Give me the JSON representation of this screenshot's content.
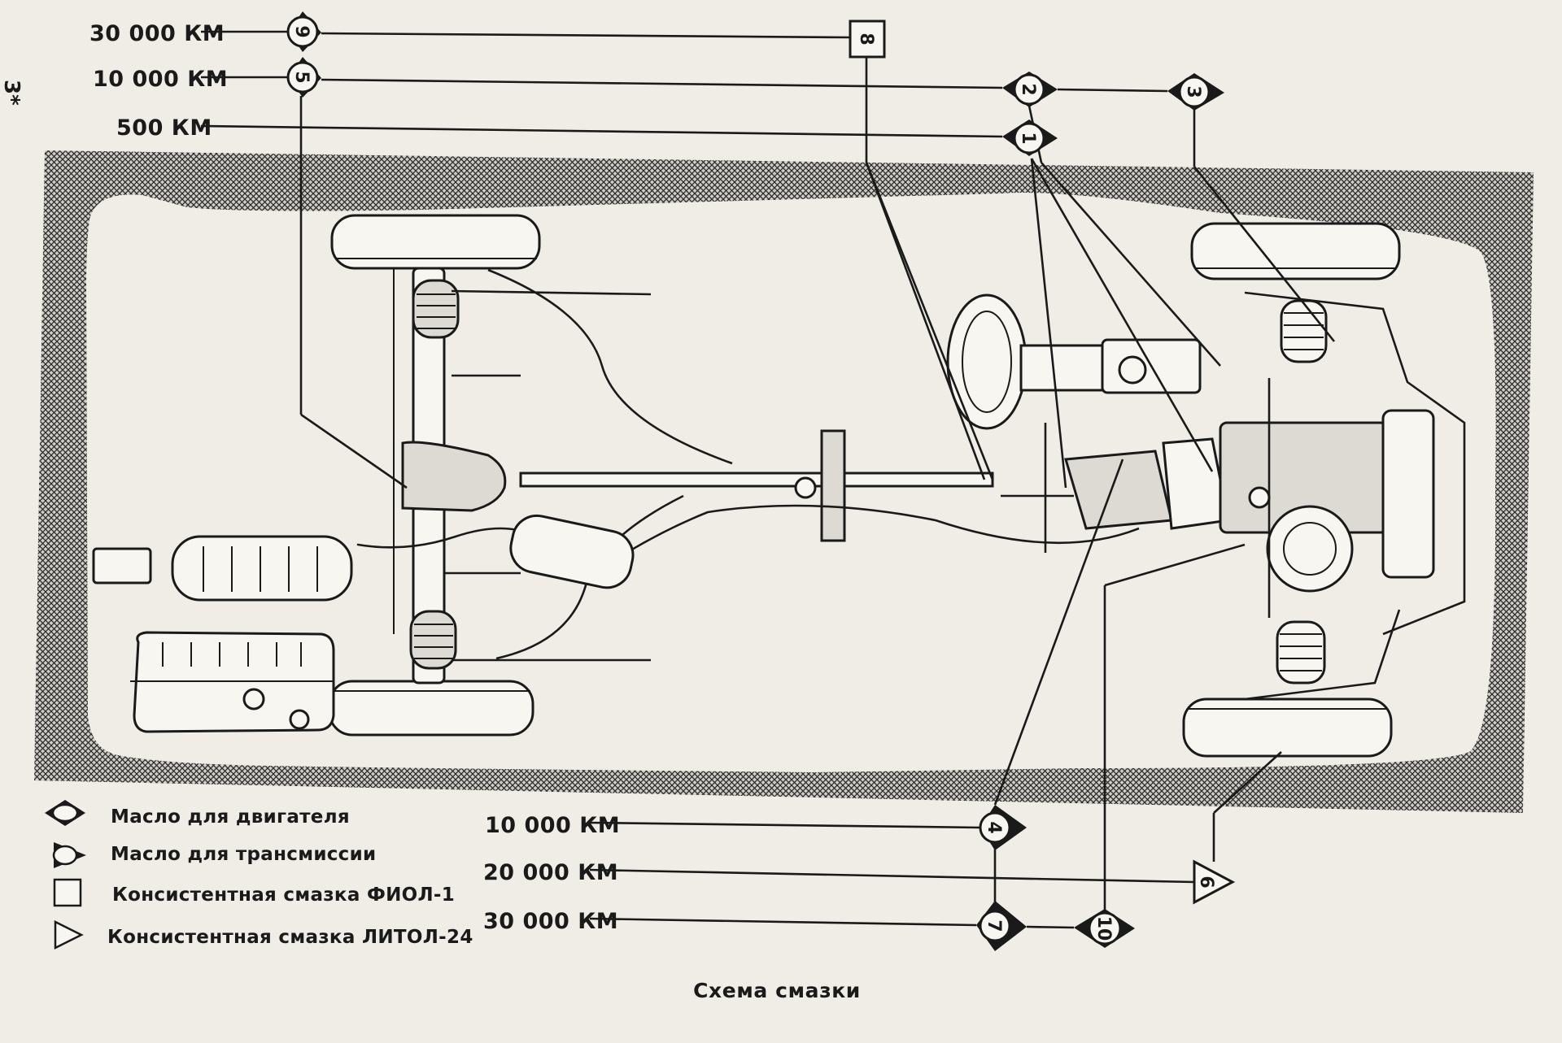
{
  "page_marker": "3*",
  "caption": "Схема смазки",
  "intervals": {
    "top_30000": "30 000 КМ",
    "top_10000": "10 000 КМ",
    "top_500": "500 КМ",
    "bottom_10000": "10 000 КМ",
    "bottom_20000": "20 000 КМ",
    "bottom_30000": "30 000 КМ"
  },
  "points": {
    "p1": "1",
    "p2": "2",
    "p3": "3",
    "p4": "4",
    "p5": "5",
    "p6": "6",
    "p7": "7",
    "p8": "8",
    "p9": "9",
    "p10": "10"
  },
  "legend": [
    {
      "symbol": "engine-oil-icon",
      "label": "Масло для двигателя"
    },
    {
      "symbol": "transmission-oil-icon",
      "label": "Масло для трансмиссии"
    },
    {
      "symbol": "fiol-grease-icon",
      "label": "Консистентная смазка ФИОЛ-1"
    },
    {
      "symbol": "litol-grease-icon",
      "label": "Консистентная смазка ЛИТОЛ-24"
    }
  ],
  "colors": {
    "ink": "#1a1a1a",
    "paper": "#efede6",
    "hatch": "#9a9891"
  }
}
